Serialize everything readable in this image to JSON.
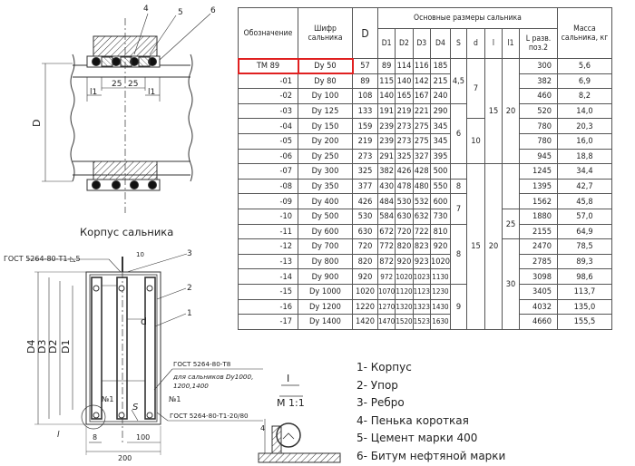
{
  "table": {
    "headers": {
      "designation": "Обозначение",
      "cipher": "Шифр сальника",
      "d_big": "D",
      "main_dims": "Основные размеры сальника",
      "mass": "Масса сальника, кг",
      "d1": "D1",
      "d2": "D2",
      "d3": "D3",
      "d4": "D4",
      "s": "S",
      "d": "d",
      "l": "l",
      "l1": "l1",
      "L": "L разв. поз.2"
    },
    "rows": [
      {
        "des": "ТМ 89",
        "cip": "Dy 50",
        "D": "57",
        "D1": "89",
        "D2": "114",
        "D3": "116",
        "D4": "185",
        "L": "300",
        "m": "5,6"
      },
      {
        "des": "-01",
        "cip": "Dy 80",
        "D": "89",
        "D1": "115",
        "D2": "140",
        "D3": "142",
        "D4": "215",
        "L": "382",
        "m": "6,9"
      },
      {
        "des": "-02",
        "cip": "Dy 100",
        "D": "108",
        "D1": "140",
        "D2": "165",
        "D3": "167",
        "D4": "240",
        "L": "460",
        "m": "8,2"
      },
      {
        "des": "-03",
        "cip": "Dy 125",
        "D": "133",
        "D1": "191",
        "D2": "219",
        "D3": "221",
        "D4": "290",
        "L": "520",
        "m": "14,0"
      },
      {
        "des": "-04",
        "cip": "Dy 150",
        "D": "159",
        "D1": "239",
        "D2": "273",
        "D3": "275",
        "D4": "345",
        "L": "780",
        "m": "20,3"
      },
      {
        "des": "-05",
        "cip": "Dy 200",
        "D": "219",
        "D1": "239",
        "D2": "273",
        "D3": "275",
        "D4": "345",
        "L": "780",
        "m": "16,0"
      },
      {
        "des": "-06",
        "cip": "Dy 250",
        "D": "273",
        "D1": "291",
        "D2": "325",
        "D3": "327",
        "D4": "395",
        "L": "945",
        "m": "18,8"
      },
      {
        "des": "-07",
        "cip": "Dy 300",
        "D": "325",
        "D1": "382",
        "D2": "426",
        "D3": "428",
        "D4": "500",
        "L": "1245",
        "m": "34,4"
      },
      {
        "des": "-08",
        "cip": "Dy 350",
        "D": "377",
        "D1": "430",
        "D2": "478",
        "D3": "480",
        "D4": "550",
        "L": "1395",
        "m": "42,7"
      },
      {
        "des": "-09",
        "cip": "Dy 400",
        "D": "426",
        "D1": "484",
        "D2": "530",
        "D3": "532",
        "D4": "600",
        "L": "1562",
        "m": "45,8"
      },
      {
        "des": "-10",
        "cip": "Dy 500",
        "D": "530",
        "D1": "584",
        "D2": "630",
        "D3": "632",
        "D4": "730",
        "L": "1880",
        "m": "57,0"
      },
      {
        "des": "-11",
        "cip": "Dy 600",
        "D": "630",
        "D1": "672",
        "D2": "720",
        "D3": "722",
        "D4": "810",
        "L": "2155",
        "m": "64,9"
      },
      {
        "des": "-12",
        "cip": "Dy 700",
        "D": "720",
        "D1": "772",
        "D2": "820",
        "D3": "823",
        "D4": "920",
        "L": "2470",
        "m": "78,5"
      },
      {
        "des": "-13",
        "cip": "Dy 800",
        "D": "820",
        "D1": "872",
        "D2": "920",
        "D3": "923",
        "D4": "1020",
        "L": "2785",
        "m": "89,3"
      },
      {
        "des": "-14",
        "cip": "Dy 900",
        "D": "920",
        "D1": "972",
        "D2": "1020",
        "D3": "1023",
        "D4": "1130",
        "L": "3098",
        "m": "98,6"
      },
      {
        "des": "-15",
        "cip": "Dy 1000",
        "D": "1020",
        "D1": "1070",
        "D2": "1120",
        "D3": "1123",
        "D4": "1230",
        "L": "3405",
        "m": "113,7"
      },
      {
        "des": "-16",
        "cip": "Dy 1200",
        "D": "1220",
        "D1": "1270",
        "D2": "1320",
        "D3": "1323",
        "D4": "1430",
        "L": "4032",
        "m": "135,0"
      },
      {
        "des": "-17",
        "cip": "Dy 1400",
        "D": "1420",
        "D1": "1470",
        "D2": "1520",
        "D3": "1523",
        "D4": "1630",
        "L": "4660",
        "m": "155,5"
      }
    ],
    "merged": {
      "s_4_5": "4,5",
      "s_6": "6",
      "s_8a": "8",
      "s_7": "7",
      "s_8b": "8",
      "s_9": "9",
      "d_7": "7",
      "d_10": "10",
      "d_15": "15",
      "l_15": "15",
      "l_20": "20",
      "l1_20": "20",
      "l1_25": "25",
      "l1_30": "30"
    }
  },
  "legend": [
    "1- Корпус",
    "2- Упор",
    "3- Ребро",
    "4- Пенька короткая",
    "5- Цемент марки 400",
    "6- Битум нефтяной марки"
  ],
  "drawing": {
    "top_callouts": [
      "4",
      "5",
      "6"
    ],
    "dim_25a": "25",
    "dim_25b": "25",
    "l1_a": "l1",
    "l1_b": "l1",
    "D_label": "D",
    "body_title": "Корпус сальника",
    "gost_weld1": "ГОСТ 5264-80-Т1-◺5",
    "dim_10": "10",
    "callout_3": "3",
    "callout_2": "2",
    "callout_1": "1",
    "d_label": "d",
    "D4": "D4",
    "D3": "D3",
    "D2": "D2",
    "D1": "D1",
    "gost_weld2": "ГОСТ 5264-80-Т8",
    "gost_note1": "для сальников Dy1000,",
    "gost_note2": "1200,1400",
    "no1_a": "№1",
    "no1_b": "№1",
    "S": "S",
    "gost_weld3": "ГОСТ 5264-80-Т1-20/80",
    "l_lbl": "l",
    "dim_8": "8",
    "dim_100": "100",
    "dim_200": "200",
    "detail_I": "I",
    "detail_scale": "М 1:1",
    "dim_4": "4"
  }
}
